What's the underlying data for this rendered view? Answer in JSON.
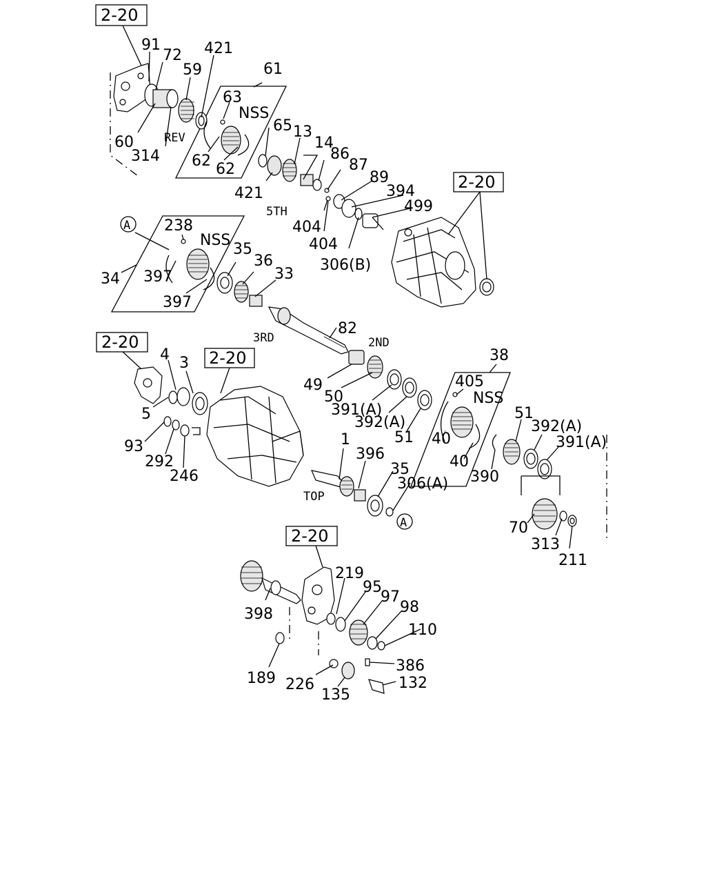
{
  "refs": [
    "2-20",
    "2-20",
    "2-20",
    "2-20",
    "2-20"
  ],
  "circle_marks": [
    "A",
    "A"
  ],
  "gear_names": {
    "rev": "REV",
    "fifth": "5TH",
    "third": "3RD",
    "second": "2ND",
    "top": "TOP"
  },
  "nss": [
    "NSS",
    "NSS",
    "NSS"
  ],
  "labels": {
    "p91": "91",
    "p72": "72",
    "p421a": "421",
    "p59": "59",
    "p61": "61",
    "p63": "63",
    "p60": "60",
    "p314": "314",
    "p62a": "62",
    "p62b": "62",
    "p65": "65",
    "p13": "13",
    "p14": "14",
    "p86": "86",
    "p87": "87",
    "p89": "89",
    "p421b": "421",
    "p394": "394",
    "p499": "499",
    "p404a": "404",
    "p404b": "404",
    "p306b": "306(B)",
    "p238": "238",
    "p34": "34",
    "p397a": "397",
    "p397b": "397",
    "p35a": "35",
    "p36": "36",
    "p33": "33",
    "p82": "82",
    "p49": "49",
    "p50": "50",
    "p391a1": "391(A)",
    "p392a1": "392(A)",
    "p51a": "51",
    "p38": "38",
    "p405": "405",
    "p40a": "40",
    "p40b": "40",
    "p51b": "51",
    "p392a2": "392(A)",
    "p391a2": "391(A)",
    "p390": "390",
    "p70": "70",
    "p313": "313",
    "p211": "211",
    "p4": "4",
    "p3": "3",
    "p5": "5",
    "p93": "93",
    "p292": "292",
    "p246": "246",
    "p1": "1",
    "p396": "396",
    "p35b": "35",
    "p306a": "306(A)",
    "p219": "219",
    "p95": "95",
    "p97": "97",
    "p98": "98",
    "p110": "110",
    "p398": "398",
    "p189": "189",
    "p226": "226",
    "p135": "135",
    "p386": "386",
    "p132": "132"
  }
}
